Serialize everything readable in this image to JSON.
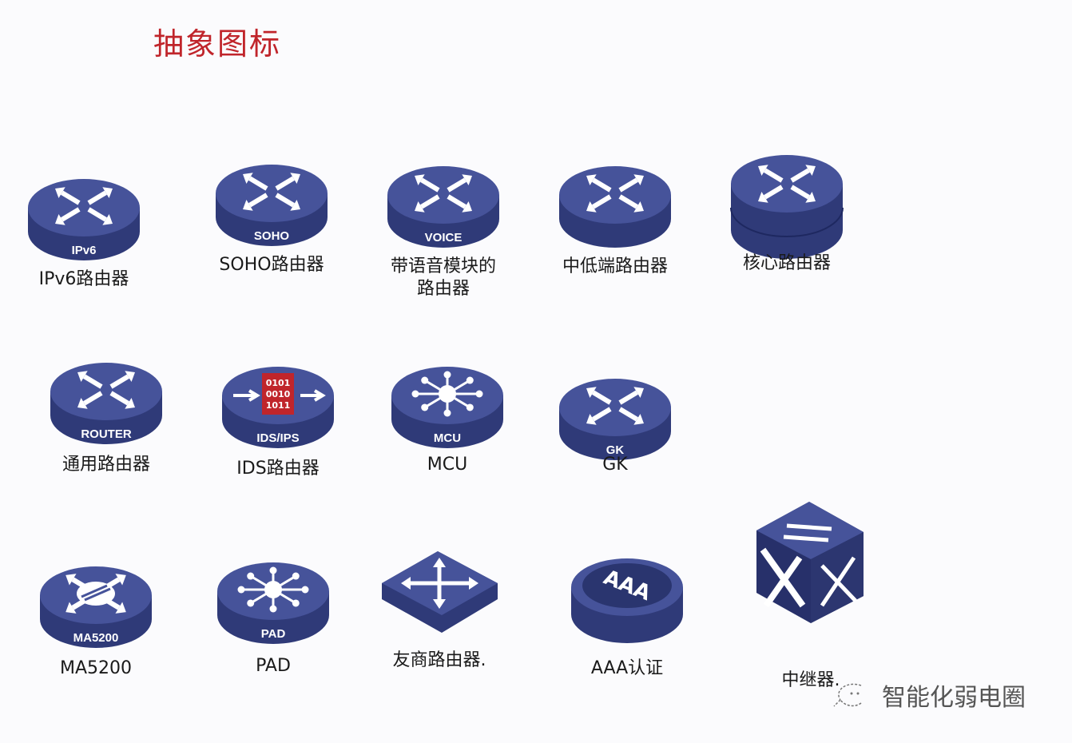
{
  "title": "抽象图标",
  "colors": {
    "title": "#c0252b",
    "icon_top": "#46539a",
    "icon_side": "#2f3a78",
    "icon_glyph": "#ffffff",
    "ids_panel": "#c0252b"
  },
  "items": [
    {
      "label": "IPv6路由器",
      "badge": "IPv6",
      "icon": "router-icon"
    },
    {
      "label": "SOHO路由器",
      "badge": "SOHO",
      "icon": "router-icon"
    },
    {
      "label": "带语音模块的\n路由器",
      "badge": "VOICE",
      "icon": "router-icon"
    },
    {
      "label": "中低端路由器",
      "badge": "",
      "icon": "router-icon"
    },
    {
      "label": "核心路由器",
      "badge": "",
      "icon": "core-router-icon"
    },
    {
      "label": "通用路由器",
      "badge": "ROUTER",
      "icon": "router-icon"
    },
    {
      "label": "IDS路由器",
      "badge": "IDS/IPS",
      "icon": "ids-router-icon",
      "panel_text": [
        "0101",
        "0010",
        "1011"
      ]
    },
    {
      "label": "MCU",
      "badge": "MCU",
      "icon": "mcu-icon"
    },
    {
      "label": "GK",
      "badge": "GK",
      "icon": "router-icon"
    },
    {
      "label": "MA5200",
      "badge": "MA5200",
      "icon": "ma5200-icon"
    },
    {
      "label": "PAD",
      "badge": "PAD",
      "icon": "pad-icon"
    },
    {
      "label": "友商路由器.",
      "badge": "",
      "icon": "third-party-router-icon"
    },
    {
      "label": "AAA认证",
      "badge": "AAA",
      "icon": "aaa-icon"
    },
    {
      "label": "中继器.",
      "badge": "",
      "icon": "repeater-cube-icon"
    }
  ],
  "watermark": "智能化弱电圈"
}
